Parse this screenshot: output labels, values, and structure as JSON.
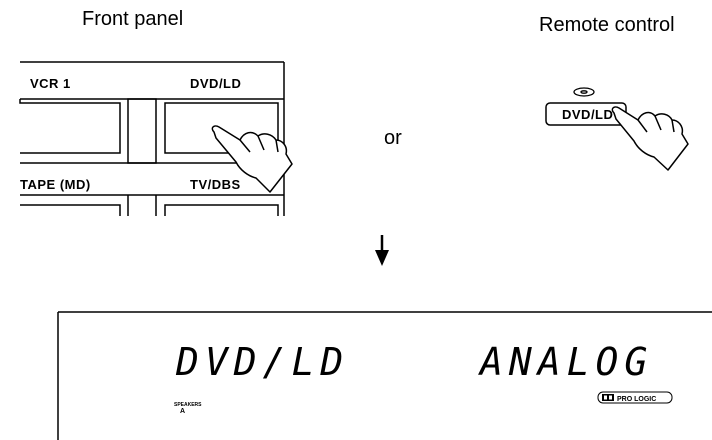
{
  "captions": {
    "front_panel": "Front panel",
    "remote_control": "Remote control",
    "or": "or"
  },
  "front_panel_buttons": {
    "vcr1": "VCR 1",
    "dvd_ld": "DVD/LD",
    "tape_md": "TAPE (MD)",
    "tv_dbs": "TV/DBS"
  },
  "remote": {
    "button_label": "DVD/LD"
  },
  "display": {
    "source": "DVD/LD",
    "mode": "ANALOG",
    "speakers_label": "SPEAKERS",
    "speakers_value": "A",
    "pro_logic": "PRO LOGIC"
  },
  "icons": [
    "hand-pointer-icon",
    "disc-icon",
    "down-arrow-icon",
    "dolby-icon"
  ]
}
